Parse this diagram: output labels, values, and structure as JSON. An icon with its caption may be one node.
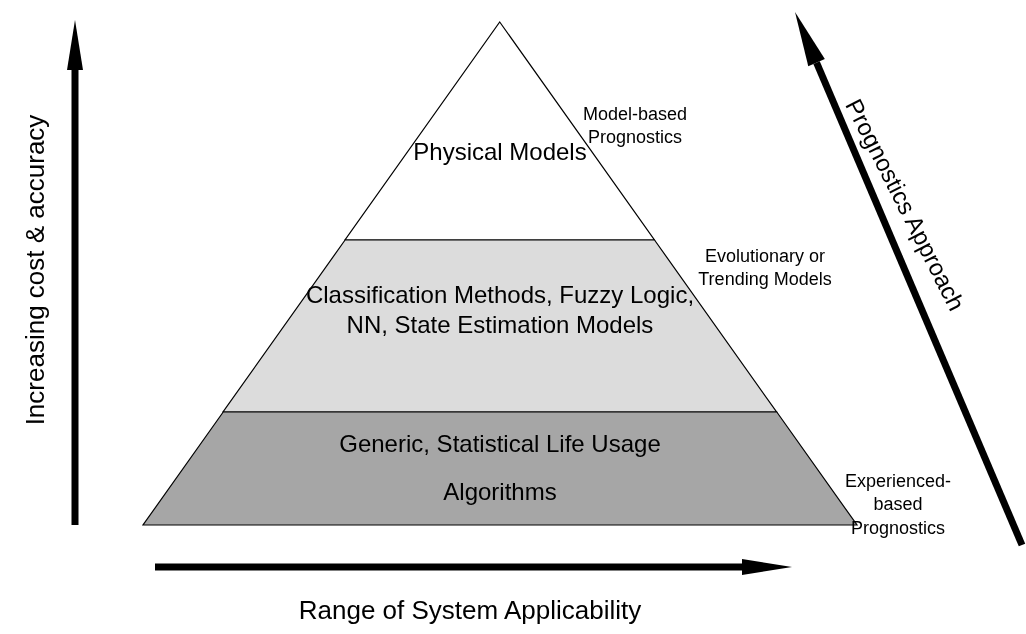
{
  "diagram": {
    "nodes": [
      {
        "text": [
          "Physical Models"
        ],
        "beside": [
          "Model-based Prognostics"
        ]
      },
      {
        "text": [
          "Classification Methods, Fuzzy Logic, NN, State Estimation Models"
        ],
        "beside": [
          "Evolutionary or Trending Models"
        ]
      },
      {
        "text": [
          "Generic, Statistical Life Usage Algorithms"
        ],
        "beside": [
          "Experienced-based Prognostics"
        ]
      }
    ],
    "labels": [
      "Increasing cost & accuracy",
      "Prognostics Approach",
      "Range of System Applicability"
    ]
  }
}
